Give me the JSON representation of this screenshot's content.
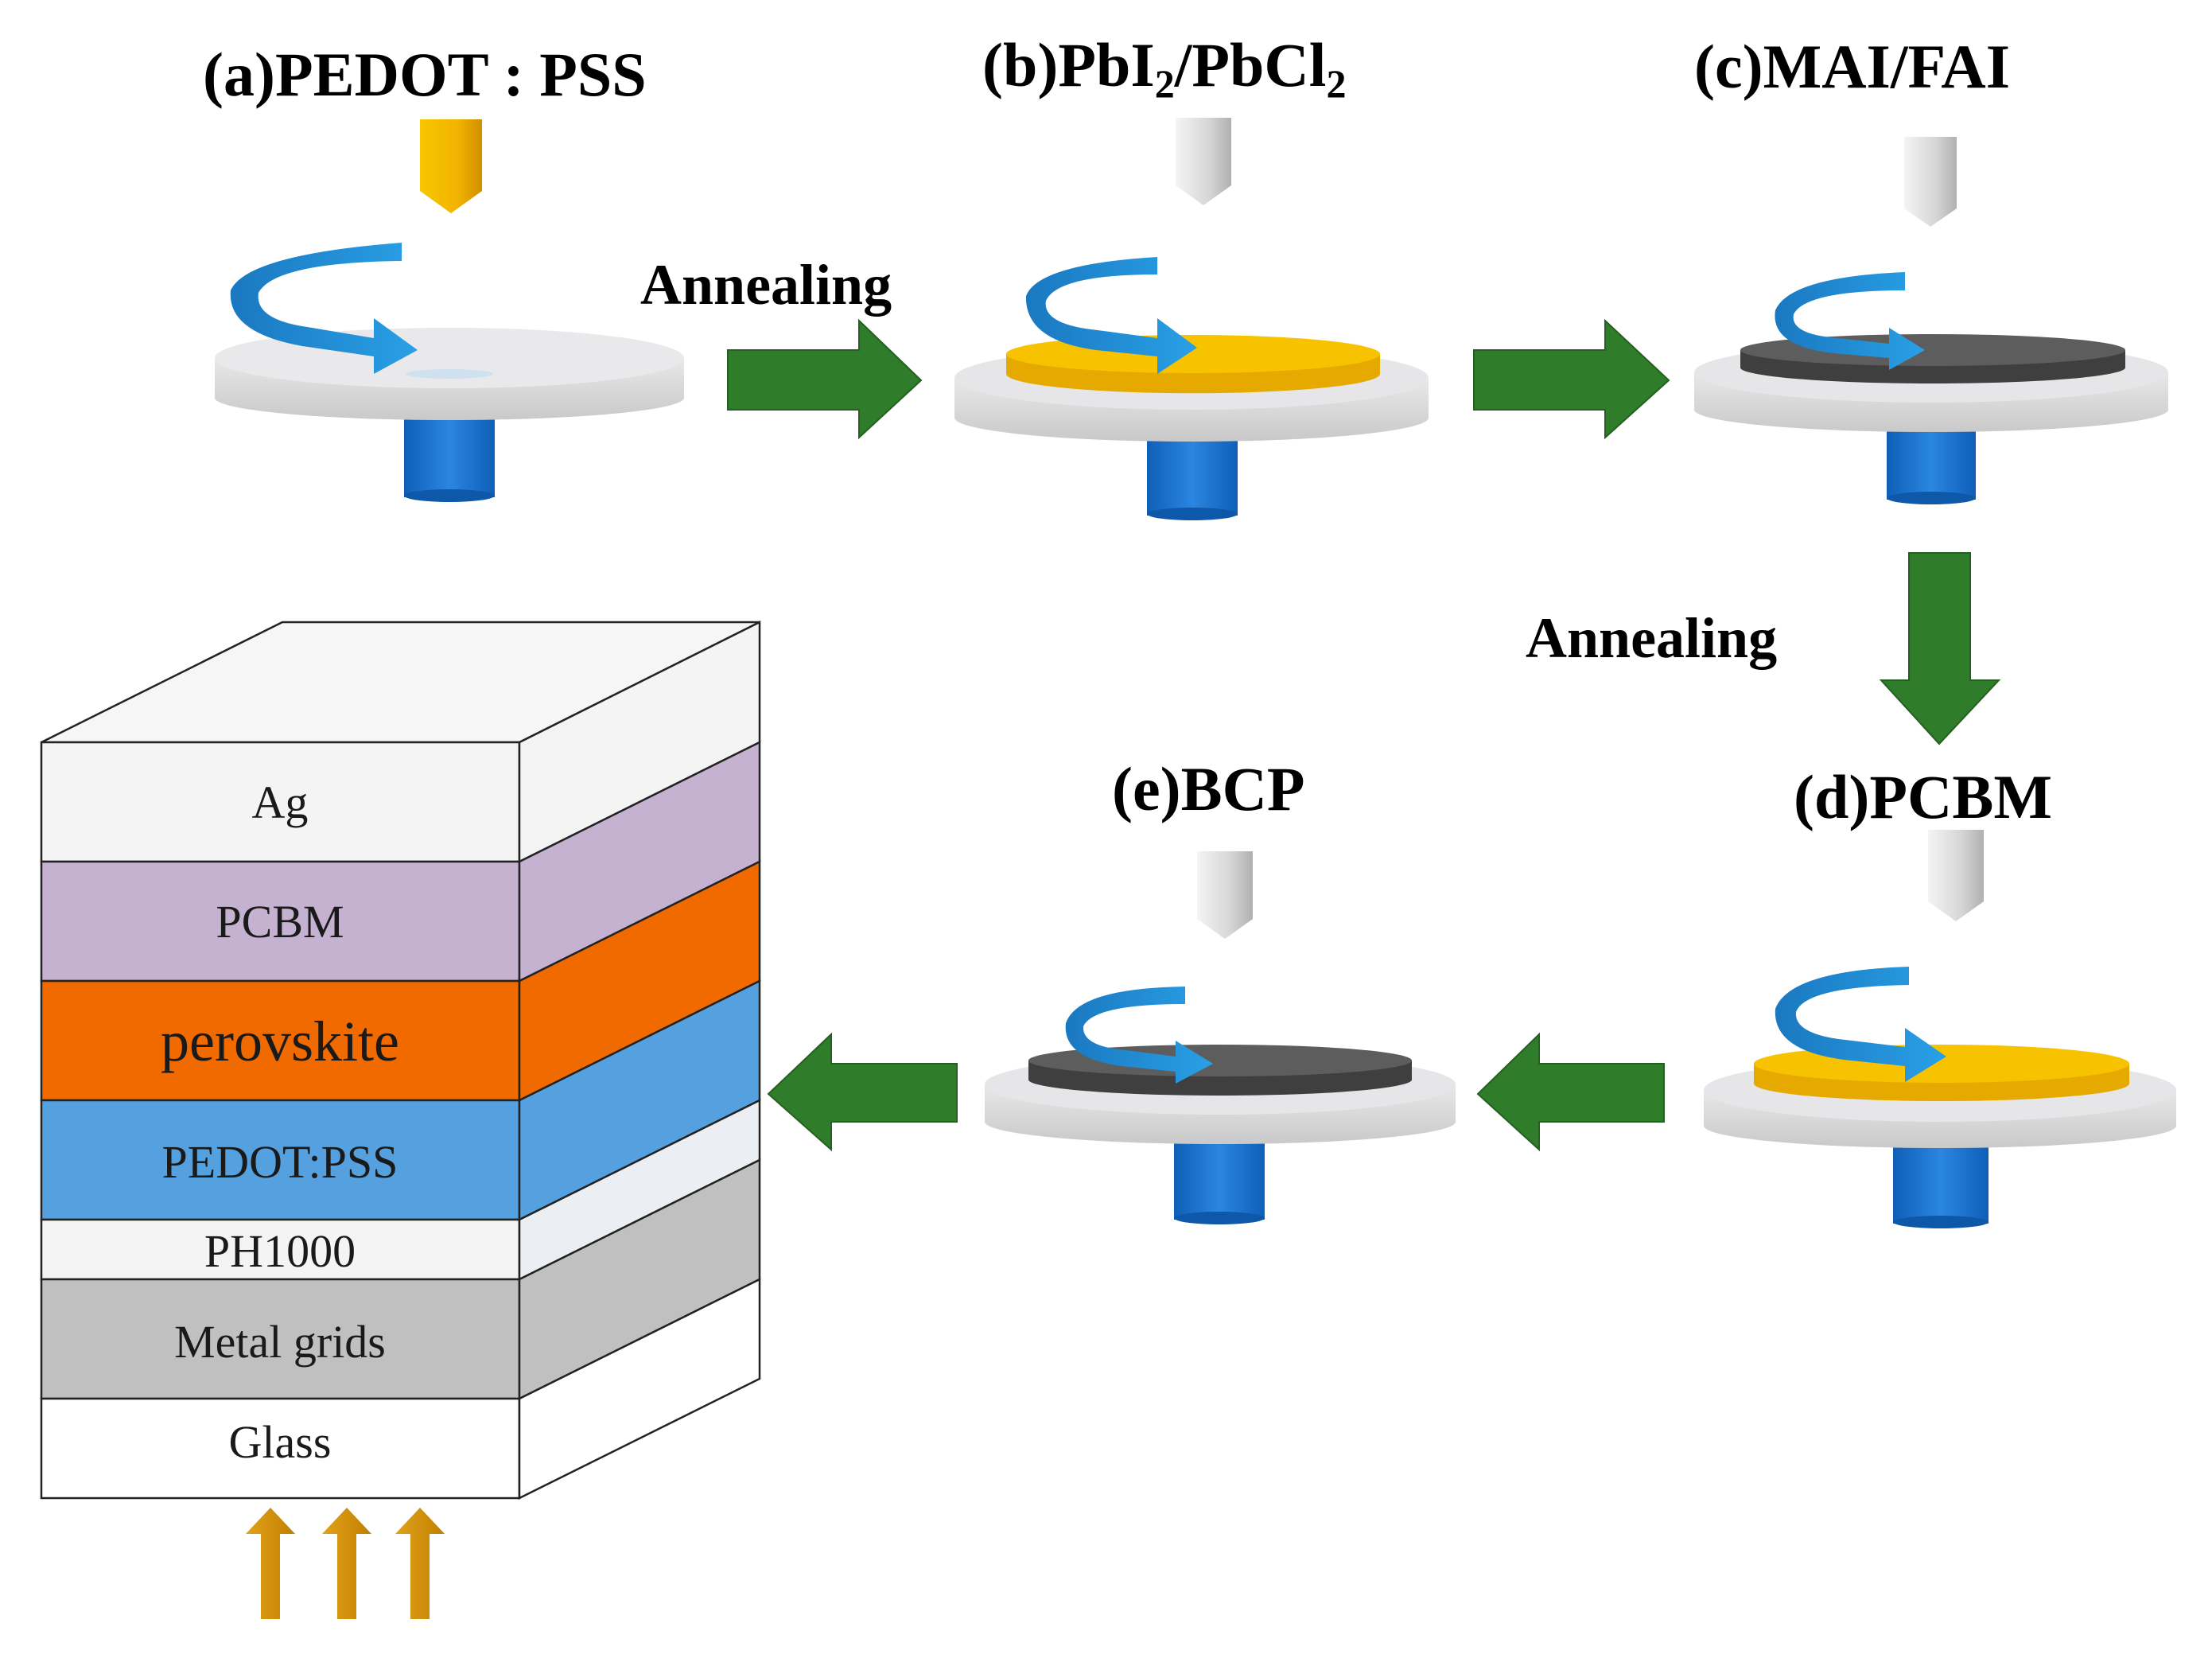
{
  "steps": {
    "a": {
      "prefix": "(a)",
      "name": "PEDOT : PSS"
    },
    "b": {
      "prefix": "(b)",
      "part1": "PbI",
      "sub1": "2",
      "part2": "/PbCl",
      "sub2": "2"
    },
    "c": {
      "prefix": "(c)",
      "name": "MAI/FAI"
    },
    "d": {
      "prefix": "(d)",
      "name": "PCBM"
    },
    "e": {
      "prefix": "(e)",
      "name": "BCP"
    }
  },
  "annealing_labels": [
    "Annealing",
    "Annealing"
  ],
  "device_stack": {
    "layers": [
      {
        "label": "Ag",
        "color": "#f4f4f4"
      },
      {
        "label": "PCBM",
        "color": "#c5b2d0"
      },
      {
        "label": "perovskite",
        "color": "#f06a00"
      },
      {
        "label": "PEDOT:PSS",
        "color": "#55a0de"
      },
      {
        "label": "PH1000",
        "color": "#f4f4f4"
      },
      {
        "label": "Metal grids",
        "color": "#c0c0c0"
      },
      {
        "label": "Glass",
        "color": "#ffffff"
      }
    ]
  },
  "colors": {
    "flow_arrow": "#2f7d2a",
    "disc": "#dcdcdc",
    "spindle": "#1a6fc9",
    "rotation_arrow": "#1f8fd6",
    "film_yellow": "#f7c200",
    "film_dark": "#555555",
    "dispenser_gold": "#f2b800",
    "dispenser_grey": "#d8d8d8",
    "light_arrow": "#d89300"
  }
}
